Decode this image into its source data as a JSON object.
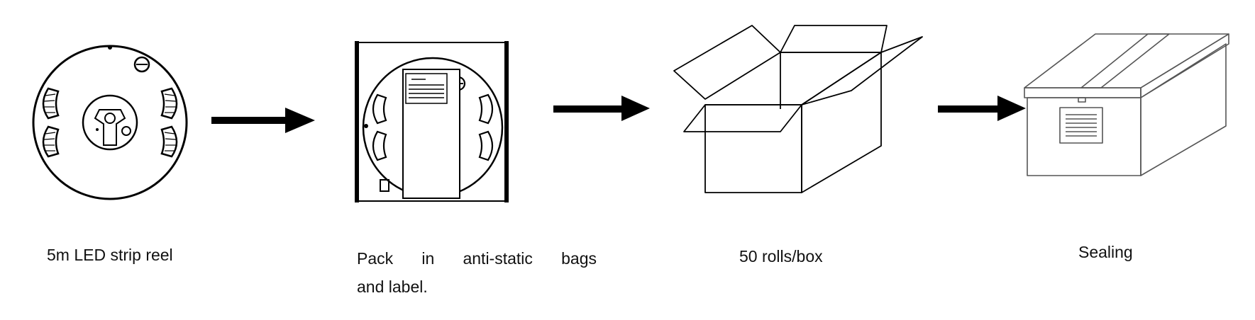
{
  "steps": [
    {
      "caption": "5m LED strip reel"
    },
    {
      "caption_line1": "Pack in anti-static bags",
      "caption_line2": "and label."
    },
    {
      "caption": "50 rolls/box"
    },
    {
      "caption": "Sealing"
    }
  ],
  "icons": [
    "reel-icon",
    "antistatic-bag-icon",
    "open-box-icon",
    "sealed-box-icon",
    "arrow-right-icon"
  ],
  "colors": {
    "line": "#000000",
    "background": "#ffffff"
  }
}
